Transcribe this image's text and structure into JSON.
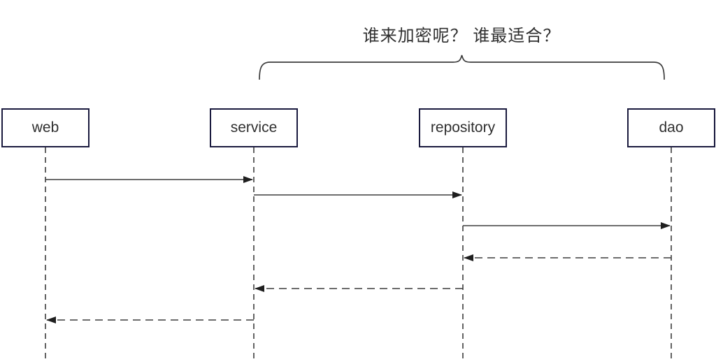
{
  "annotation": {
    "text": "谁来加密呢？ 谁最适合？",
    "brace_span": [
      "service",
      "dao"
    ]
  },
  "participants": [
    {
      "id": "web",
      "label": "web"
    },
    {
      "id": "service",
      "label": "service"
    },
    {
      "id": "repository",
      "label": "repository"
    },
    {
      "id": "dao",
      "label": "dao"
    }
  ],
  "messages": [
    {
      "from": "web",
      "to": "service",
      "style": "solid",
      "label": ""
    },
    {
      "from": "service",
      "to": "repository",
      "style": "solid",
      "label": ""
    },
    {
      "from": "repository",
      "to": "dao",
      "style": "solid",
      "label": ""
    },
    {
      "from": "dao",
      "to": "repository",
      "style": "dashed",
      "label": ""
    },
    {
      "from": "repository",
      "to": "service",
      "style": "dashed",
      "label": ""
    },
    {
      "from": "service",
      "to": "web",
      "style": "dashed",
      "label": ""
    }
  ],
  "colors": {
    "background": "#ffffff",
    "box_border": "#1a1a3e",
    "line": "#3d3d3d",
    "arrowhead": "#1f1f1f",
    "text": "#2f2f2f"
  }
}
